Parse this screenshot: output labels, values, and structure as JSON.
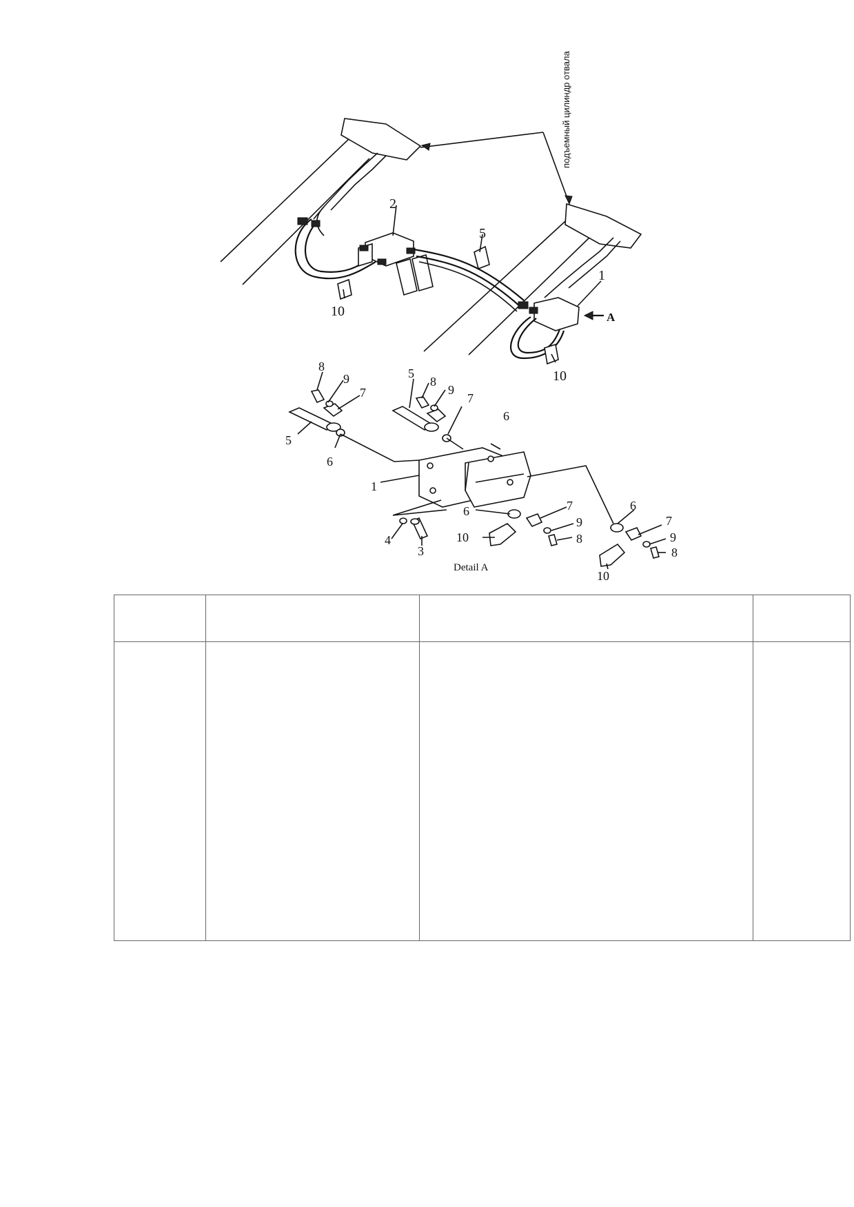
{
  "diagram": {
    "annotation": "подъемный цилиндр отвала",
    "detail_label": "Detail A",
    "view_arrow": "A",
    "callouts_overview": [
      {
        "id": "ov-2",
        "text": "2"
      },
      {
        "id": "ov-5",
        "text": "5"
      },
      {
        "id": "ov-1",
        "text": "1"
      },
      {
        "id": "ov-10a",
        "text": "10"
      },
      {
        "id": "ov-10b",
        "text": "10"
      }
    ],
    "callouts_detail": [
      {
        "id": "d-8a",
        "text": "8"
      },
      {
        "id": "d-9a",
        "text": "9"
      },
      {
        "id": "d-7a",
        "text": "7"
      },
      {
        "id": "d-5a",
        "text": "5"
      },
      {
        "id": "d-6a",
        "text": "6"
      },
      {
        "id": "d-5b",
        "text": "5"
      },
      {
        "id": "d-8b",
        "text": "8"
      },
      {
        "id": "d-9b",
        "text": "9"
      },
      {
        "id": "d-7b",
        "text": "7"
      },
      {
        "id": "d-6b",
        "text": "6"
      },
      {
        "id": "d-1",
        "text": "1"
      },
      {
        "id": "d-6c",
        "text": "6"
      },
      {
        "id": "d-7c",
        "text": "7"
      },
      {
        "id": "d-9c",
        "text": "9"
      },
      {
        "id": "d-8c",
        "text": "8"
      },
      {
        "id": "d-10c",
        "text": "10"
      },
      {
        "id": "d-4",
        "text": "4"
      },
      {
        "id": "d-3",
        "text": "3"
      },
      {
        "id": "d-6d",
        "text": "6"
      },
      {
        "id": "d-7d",
        "text": "7"
      },
      {
        "id": "d-9d",
        "text": "9"
      },
      {
        "id": "d-8d",
        "text": "8"
      },
      {
        "id": "d-10d",
        "text": "10"
      }
    ]
  },
  "table": {
    "columns": [
      "",
      "",
      "",
      ""
    ],
    "rows": [
      [
        "",
        "",
        "",
        ""
      ]
    ]
  }
}
